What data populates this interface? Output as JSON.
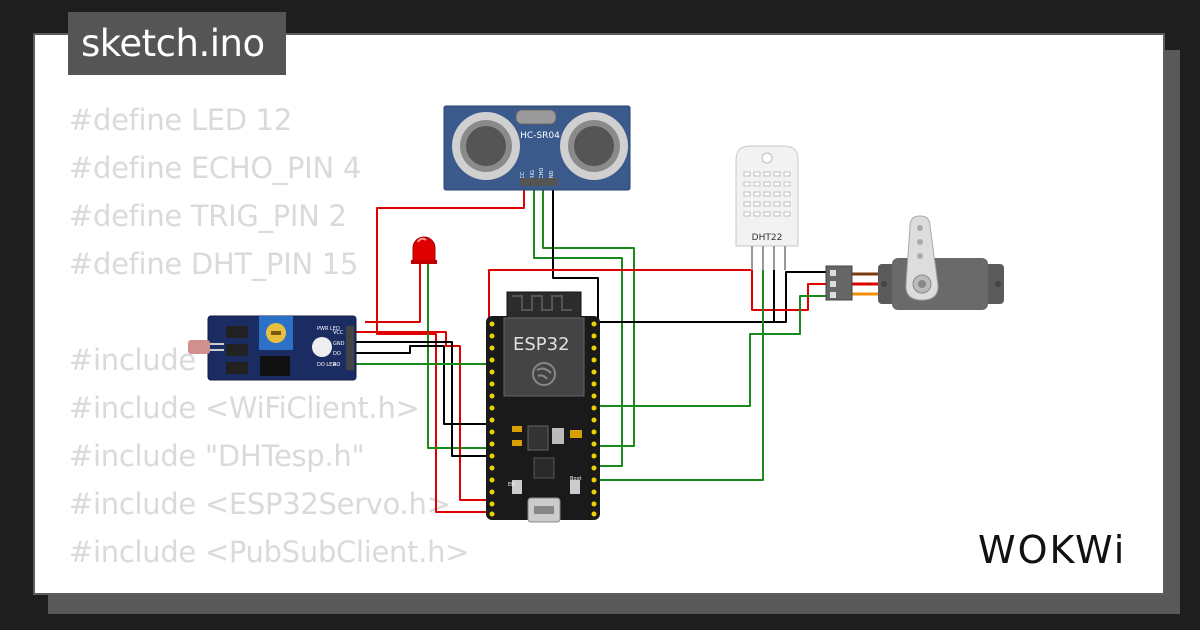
{
  "window": {
    "title": "sketch.ino"
  },
  "code_lines": [
    "#define LED 12",
    "#define ECHO_PIN 4",
    "#define TRIG_PIN 2",
    "#define DHT_PIN 15",
    "",
    "#include",
    "#include <WiFiClient.h>",
    "#include \"DHTesp.h\"",
    "#include <ESP32Servo.h>",
    "#include <PubSubClient.h>"
  ],
  "components": {
    "ultrasonic": {
      "label": "HC-SR04",
      "pins": [
        "VCC",
        "TRIG",
        "ECHO",
        "GND"
      ]
    },
    "mcu": {
      "label": "ESP32",
      "buttons": [
        "EN",
        "Boot"
      ]
    },
    "dht": {
      "label": "DHT22"
    },
    "ldr_module": {
      "labels": [
        "PWR LED",
        "DO LED"
      ],
      "pins": [
        "VCC",
        "GND",
        "DO",
        "AO"
      ]
    },
    "servo": {},
    "led": {
      "color": "#e00000"
    }
  },
  "brand": {
    "logo_text": "WOKWi"
  },
  "colors": {
    "wire_red": "#e00000",
    "wire_black": "#000000",
    "wire_green": "#1a8a1a",
    "wire_orange": "#f28c00",
    "sensor_blue": "#3a5a8c",
    "board_black": "#1a1a1a"
  }
}
